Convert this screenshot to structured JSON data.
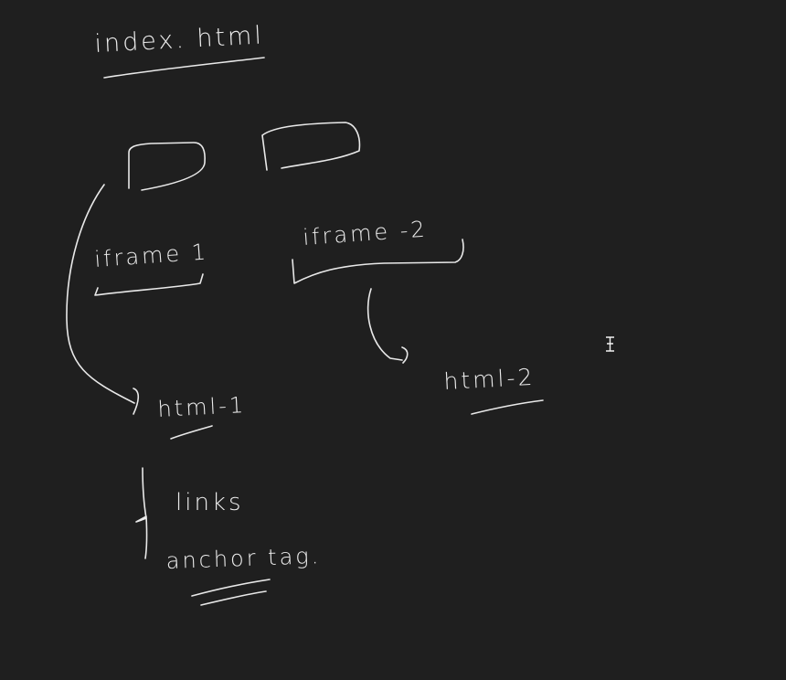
{
  "canvas": {
    "background": "#1f1f1f",
    "ink_color": "#e9e9e9"
  },
  "labels": {
    "title": "index. html",
    "iframe1": "iframe 1",
    "iframe2": "iframe -2",
    "html1": "html-1",
    "html2": "html-2",
    "links": "links",
    "anchor_tag": "anchor tag."
  },
  "cursor": {
    "icon": "text-cursor-icon"
  }
}
